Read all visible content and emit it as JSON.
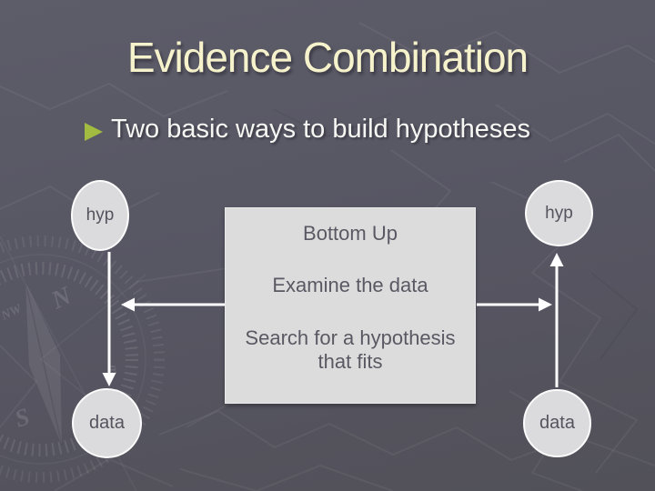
{
  "slide": {
    "title": "Evidence Combination",
    "bullet": "Two basic ways to build hypotheses"
  },
  "diagram": {
    "nodes": {
      "left_top": {
        "label": "hyp"
      },
      "left_bottom": {
        "label": "data"
      },
      "right_top": {
        "label": "hyp"
      },
      "right_bottom": {
        "label": "data"
      }
    },
    "box": {
      "title": "Bottom Up",
      "step1": "Examine the data",
      "step2": "Search for a hypothesis that fits"
    },
    "arrows": {
      "left_vertical": "hyp-to-data-down",
      "left_horizontal": "box-to-left-column",
      "right_vertical": "data-to-hyp-up",
      "right_horizontal": "box-to-right-column"
    }
  },
  "icons": {
    "bullet_icon": "right-pointing-triangle",
    "watermark": "compass-rose-with-contour-lines"
  },
  "colors": {
    "background": "#575663",
    "title_text": "#f6f2cc",
    "body_text": "#f6f6f3",
    "bullet_accent": "#a2bc41",
    "node_fill": "#dbdbdd",
    "node_border": "#fbfbfb",
    "box_fill": "#dcdcdc",
    "dark_text": "#5a5963",
    "arrow": "#ffffff"
  }
}
